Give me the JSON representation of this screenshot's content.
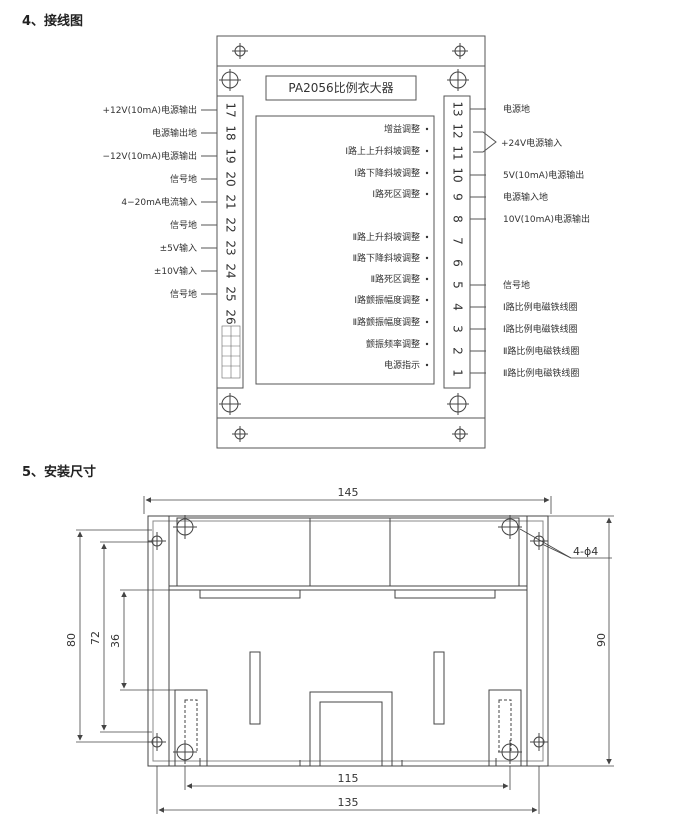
{
  "section_wiring_title": "4、接线图",
  "section_install_title": "5、安装尺寸",
  "device_name": "PA2056比例衣大器",
  "left_terminals": [
    {
      "num": "17",
      "label": "+12V(10mA)电源输出"
    },
    {
      "num": "18",
      "label": "电源输出地"
    },
    {
      "num": "19",
      "label": "−12V(10mA)电源输出"
    },
    {
      "num": "20",
      "label": "信号地"
    },
    {
      "num": "21",
      "label": "4−20mA电流输入"
    },
    {
      "num": "22",
      "label": "信号地"
    },
    {
      "num": "23",
      "label": "±5V输入"
    },
    {
      "num": "24",
      "label": "±10V输入"
    },
    {
      "num": "25",
      "label": "信号地"
    },
    {
      "num": "26",
      "label": ""
    }
  ],
  "right_terminals": [
    {
      "num": "13",
      "label": "电源地"
    },
    {
      "num": "12",
      "label": ""
    },
    {
      "num": "11",
      "label": ""
    },
    {
      "num": "10",
      "label": "5V(10mA)电源输出"
    },
    {
      "num": "9",
      "label": "电源输入地"
    },
    {
      "num": "8",
      "label": "10V(10mA)电源输出"
    },
    {
      "num": "7",
      "label": ""
    },
    {
      "num": "6",
      "label": ""
    },
    {
      "num": "5",
      "label": "信号地"
    },
    {
      "num": "4",
      "label": "Ⅰ路比例电磁铁线圈"
    },
    {
      "num": "3",
      "label": "Ⅰ路比例电磁铁线圈"
    },
    {
      "num": "2",
      "label": "Ⅱ路比例电磁铁线圈"
    },
    {
      "num": "1",
      "label": "Ⅱ路比例电磁铁线圈"
    }
  ],
  "bracket_label": "+24V电源输入",
  "adjustments": [
    "增益调整",
    "Ⅰ路上上升斜坡调整",
    "Ⅰ路下降斜坡调整",
    "Ⅰ路死区调整",
    "Ⅱ路上升斜坡调整",
    "Ⅱ路下降斜坡调整",
    "Ⅱ路死区调整",
    "Ⅰ路颤振幅度调整",
    "Ⅱ路颤振幅度调整",
    "颤振频率调整",
    "电源指示"
  ],
  "dims": {
    "w145": "145",
    "w115": "115",
    "w135": "135",
    "h80": "80",
    "h72": "72",
    "h36": "36",
    "h90": "90",
    "holes": "4-ϕ4"
  }
}
